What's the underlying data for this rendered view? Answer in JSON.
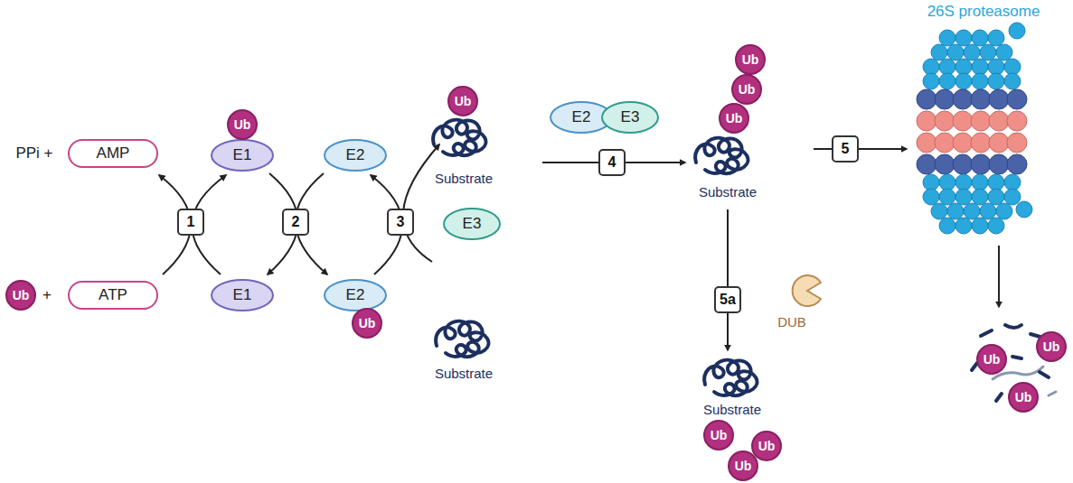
{
  "diagram": {
    "nodes": [
      {
        "text": [
          "AMP"
        ]
      },
      {
        "text": [
          "Ub"
        ]
      },
      {
        "text": [
          "E1"
        ]
      },
      {
        "text": [
          "E2"
        ]
      },
      {
        "text": [
          "Ub"
        ]
      },
      {
        "text": [
          "E2"
        ]
      },
      {
        "text": [
          "E3"
        ]
      },
      {
        "text": [
          "Ub"
        ]
      },
      {
        "text": [
          "Ub"
        ]
      },
      {
        "text": [
          "Ub"
        ]
      },
      {
        "text": [
          "1"
        ]
      },
      {
        "text": [
          "2"
        ]
      },
      {
        "text": [
          "3"
        ]
      },
      {
        "text": [
          "4"
        ]
      },
      {
        "text": [
          "5"
        ]
      },
      {
        "text": [
          "Ub"
        ]
      },
      {
        "text": [
          "ATP"
        ]
      },
      {
        "text": [
          "E1"
        ]
      },
      {
        "text": [
          "E2"
        ]
      },
      {
        "text": [
          "Ub"
        ]
      },
      {
        "text": [
          "E3"
        ]
      },
      {
        "text": [
          "5a"
        ]
      },
      {
        "text": [
          "Ub"
        ]
      },
      {
        "text": [
          "Ub"
        ]
      },
      {
        "text": [
          "Ub"
        ]
      },
      {
        "text": [
          "Ub"
        ]
      },
      {
        "text": [
          "Ub"
        ]
      },
      {
        "text": [
          "Ub"
        ]
      }
    ],
    "labels": [
      "PPi +",
      "+",
      "Substrate",
      "26S proteasome",
      "Substrate",
      "Substrate",
      "DUB",
      "Substrate"
    ]
  }
}
